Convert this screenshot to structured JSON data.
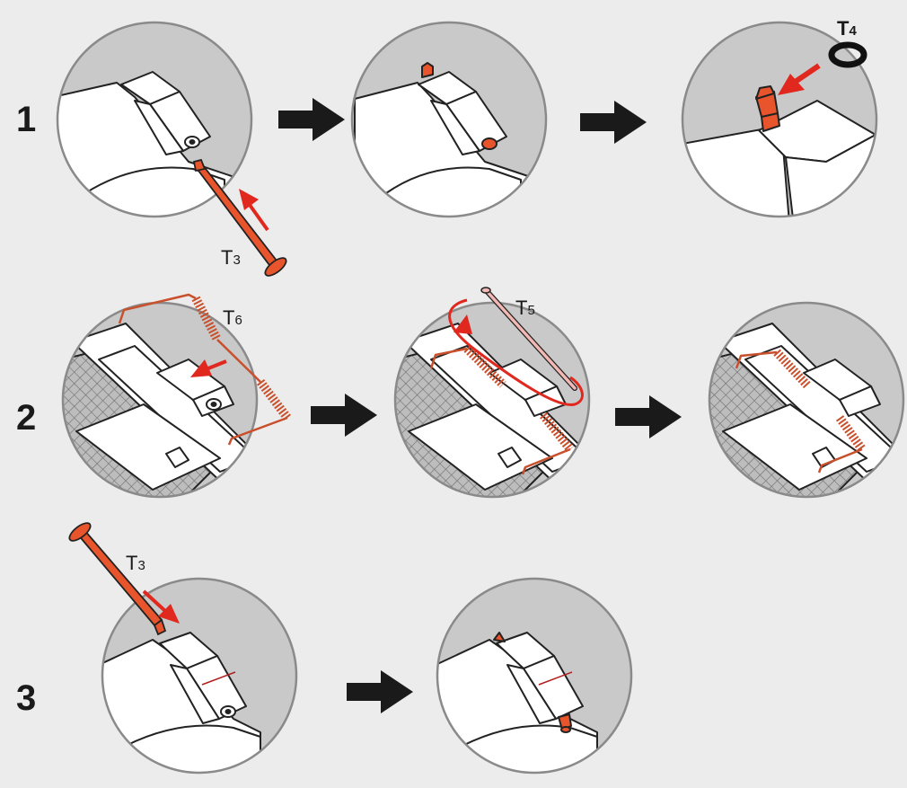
{
  "steps": [
    {
      "number": "1"
    },
    {
      "number": "2"
    },
    {
      "number": "3"
    }
  ],
  "tool_labels": {
    "t3_step1": {
      "letter": "T",
      "sub": "3"
    },
    "t4": {
      "letter": "T",
      "sub": "4"
    },
    "t6": {
      "letter": "T",
      "sub": "6"
    },
    "t5": {
      "letter": "T",
      "sub": "5"
    },
    "t3_step3": {
      "letter": "T",
      "sub": "3"
    }
  },
  "colors": {
    "background": "#ececec",
    "circle_fill": "#c9c9c9",
    "circle_stroke": "#8a8a8a",
    "part_fill": "#ffffff",
    "outline": "#222222",
    "pin_orange": "#e8552d",
    "arrow_red": "#e0281e",
    "spring_orange": "#c9502c",
    "rod_pink": "#f2b8b3",
    "black_arrow": "#1a1a1a",
    "mesh": "#9a9a9a"
  }
}
